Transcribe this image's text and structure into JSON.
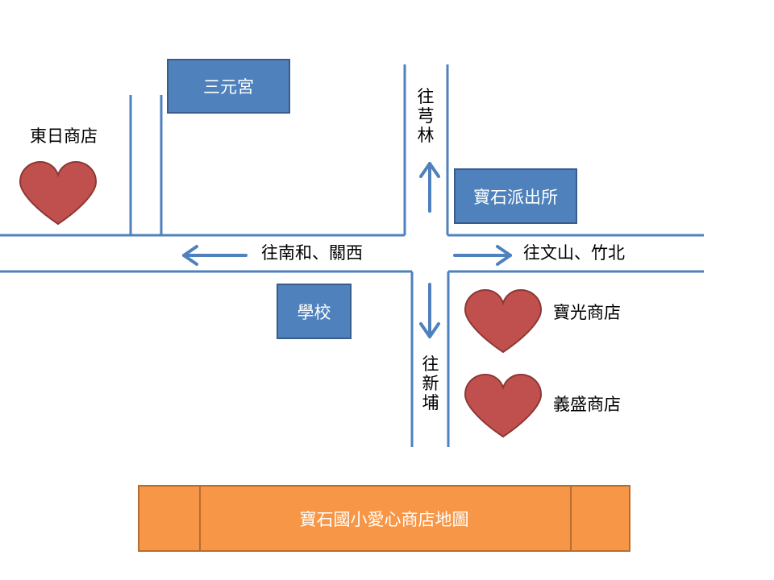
{
  "colors": {
    "road": "#4f81bd",
    "arrow": "#4f81bd",
    "box_fill": "#4f81bd",
    "box_border": "#385d8a",
    "heart_fill": "#c0504d",
    "heart_border": "#8c3836",
    "title_fill": "#f79646",
    "title_border": "#b66d31"
  },
  "landmarks": {
    "sanyuan": "三元宮",
    "police": "寶石派出所",
    "school": "學校"
  },
  "stores": {
    "dongri": "東日商店",
    "baoguang": "寶光商店",
    "yisheng": "義盛商店"
  },
  "directions": {
    "west": "往南和、關西",
    "east": "往文山、竹北",
    "north": "往芎林",
    "south": "往新埔"
  },
  "icons": {
    "store_marker": "heart-icon",
    "direction_marker": "arrow-icon"
  },
  "title": "寶石國小愛心商店地圖"
}
